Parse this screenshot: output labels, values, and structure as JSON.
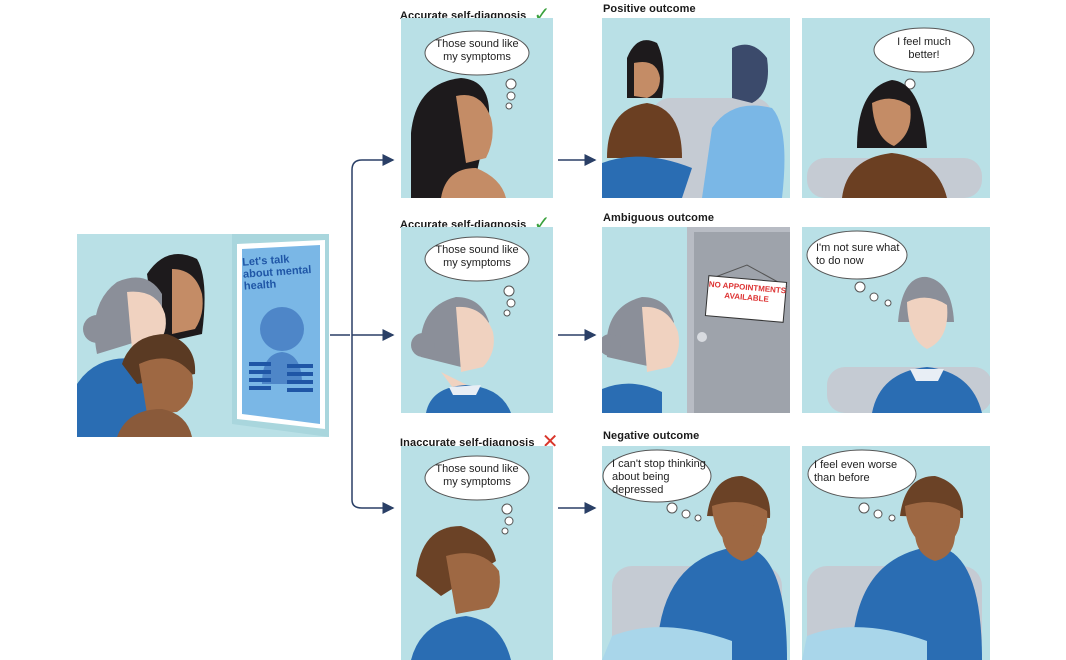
{
  "start": {
    "poster_title": "Let's talk about mental health"
  },
  "rows": [
    {
      "diagnosis_label": "Accurate self-diagnosis",
      "diagnosis_mark": "✓",
      "diagnosis_thought": "Those sound like my symptoms",
      "outcome_label": "Positive outcome",
      "final_thought": "I feel much better!"
    },
    {
      "diagnosis_label": "Accurate self-diagnosis",
      "diagnosis_mark": "✓",
      "diagnosis_thought": "Those sound like my symptoms",
      "outcome_label": "Ambiguous outcome",
      "sign_text": "NO APPOINTMENTS AVAILABLE",
      "final_thought": "I'm not sure what to do now"
    },
    {
      "diagnosis_label": "Inaccurate self-diagnosis",
      "diagnosis_mark": "✕",
      "diagnosis_thought": "Those sound like my symptoms",
      "outcome_label": "Negative outcome",
      "outcome_thought": "I can't stop thinking about being depressed",
      "final_thought": "I feel even worse than before"
    }
  ],
  "colors": {
    "panel_bg": "#b9e0e6",
    "connector": "#2a3f66",
    "check": "#3aa13d",
    "cross": "#d9362b",
    "sign_text": "#dd3333",
    "poster_title": "#1f56a6"
  },
  "icons": {
    "accurate": "check-mark-icon",
    "inaccurate": "cross-mark-icon"
  }
}
